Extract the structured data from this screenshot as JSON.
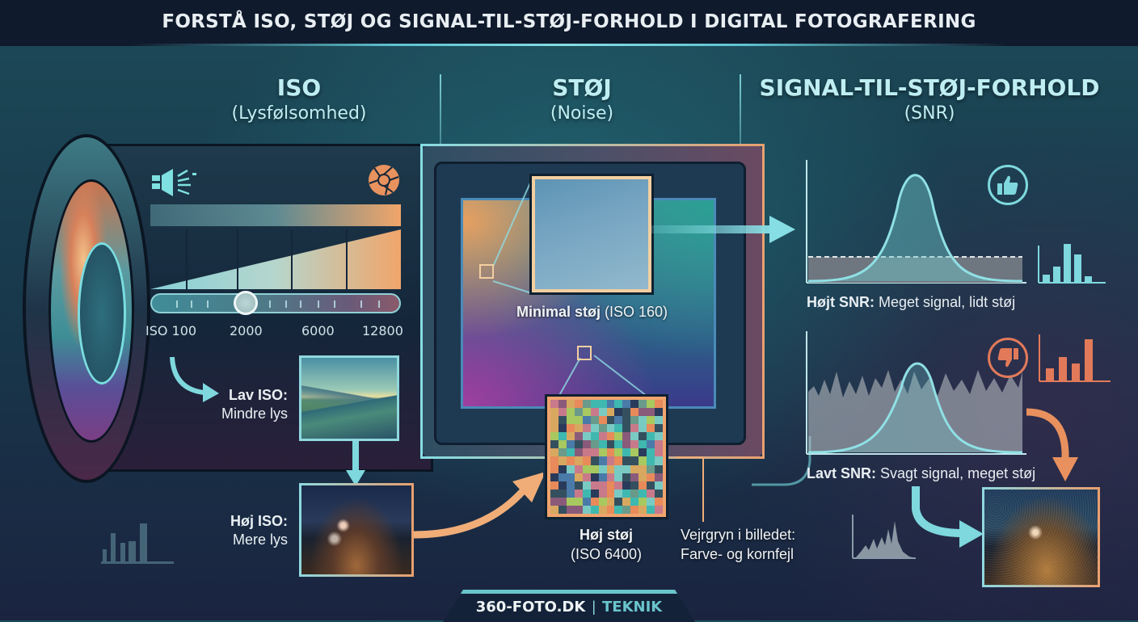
{
  "header": {
    "title": "FORSTÅ ISO, STØJ OG SIGNAL-TIL-STØJ-FORHOLD I DIGITAL FOTOGRAFERING"
  },
  "sections": {
    "iso": {
      "title": "ISO",
      "subtitle": "(Lysfølsomhed)"
    },
    "noise": {
      "title": "STØJ",
      "subtitle": "(Noise)"
    },
    "snr": {
      "title": "SIGNAL-TIL-STØJ-FORHOLD",
      "subtitle": "(SNR)"
    }
  },
  "iso_panel": {
    "icons": [
      "speaker-icon",
      "aperture-icon"
    ],
    "slider": {
      "labels": [
        "ISO 100",
        "2000",
        "6000",
        "12800"
      ],
      "thumb_position_label": "2000"
    },
    "low": {
      "label_bold": "Lav ISO:",
      "label": "Mindre lys"
    },
    "high": {
      "label_bold": "Høj ISO:",
      "label": "Mere lys"
    }
  },
  "noise_panel": {
    "minimal": {
      "label_bold": "Minimal støj",
      "label": "(ISO 160)"
    },
    "high": {
      "label_bold": "Høj støj",
      "label": "(ISO 6400)"
    },
    "grain_note": {
      "line1": "Vejrgryn i billedet:",
      "line2": "Farve- og kornfejl"
    }
  },
  "snr_panel": {
    "high": {
      "label_bold": "Højt SNR:",
      "label": "Meget signal, lidt støj",
      "icon": "thumbs-up-icon"
    },
    "low": {
      "label_bold": "Lavt SNR:",
      "label": "Svagt signal, meget støj",
      "icon": "thumbs-down-icon"
    }
  },
  "colors": {
    "accent_teal": "#86dde3",
    "accent_orange": "#f0a46e",
    "header_bg": "#0f1a2c"
  },
  "footer": {
    "brand": "360-FOTO.DK",
    "separator": "|",
    "section": "TEKNIK"
  }
}
